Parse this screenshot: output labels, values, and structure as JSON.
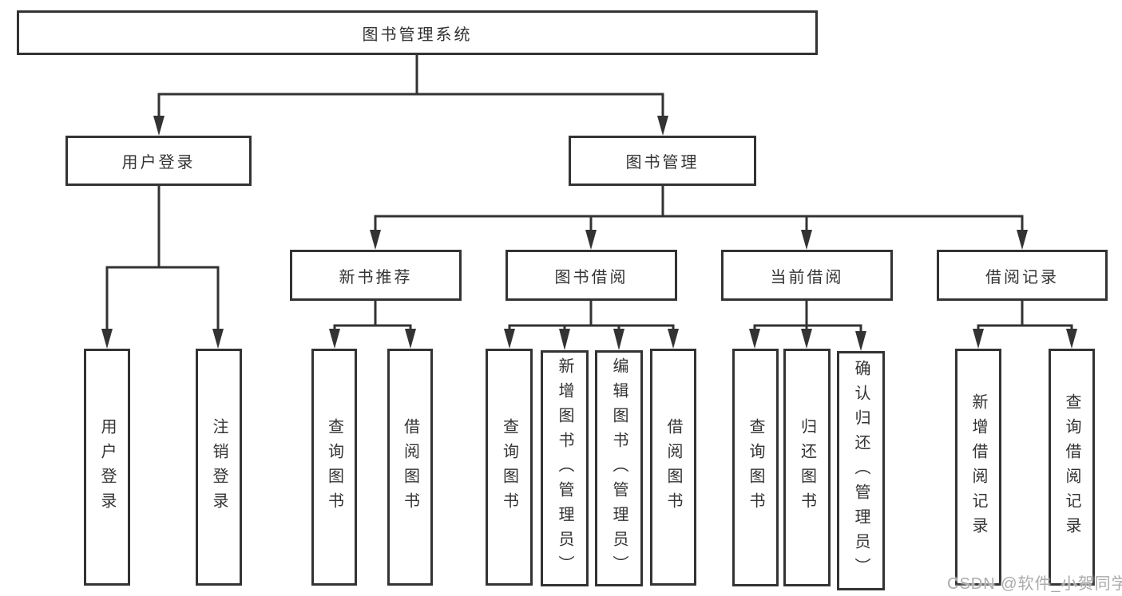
{
  "tree": {
    "label": "图书管理系统",
    "children": [
      {
        "label": "用户登录",
        "children": [
          {
            "label": "用户登录"
          },
          {
            "label": "注销登录"
          }
        ]
      },
      {
        "label": "图书管理",
        "children": [
          {
            "label": "新书推荐",
            "children": [
              {
                "label": "查询图书"
              },
              {
                "label": "借阅图书"
              }
            ]
          },
          {
            "label": "图书借阅",
            "children": [
              {
                "label": "查询图书"
              },
              {
                "label": "新增图书（管理员）"
              },
              {
                "label": "编辑图书（管理员）"
              },
              {
                "label": "借阅图书"
              }
            ]
          },
          {
            "label": "当前借阅",
            "children": [
              {
                "label": "查询图书"
              },
              {
                "label": "归还图书"
              },
              {
                "label": "确认归还（管理员）"
              }
            ]
          },
          {
            "label": "借阅记录",
            "children": [
              {
                "label": "新增借阅记录"
              },
              {
                "label": "查询借阅记录"
              }
            ]
          }
        ]
      }
    ]
  },
  "watermark": {
    "text": "CSDN @软件_小贺同学"
  },
  "colors": {
    "line": "#333333",
    "box_border": "#333333",
    "box_fill": "#ffffff",
    "text": "#333333",
    "watermark": "#ababab"
  }
}
